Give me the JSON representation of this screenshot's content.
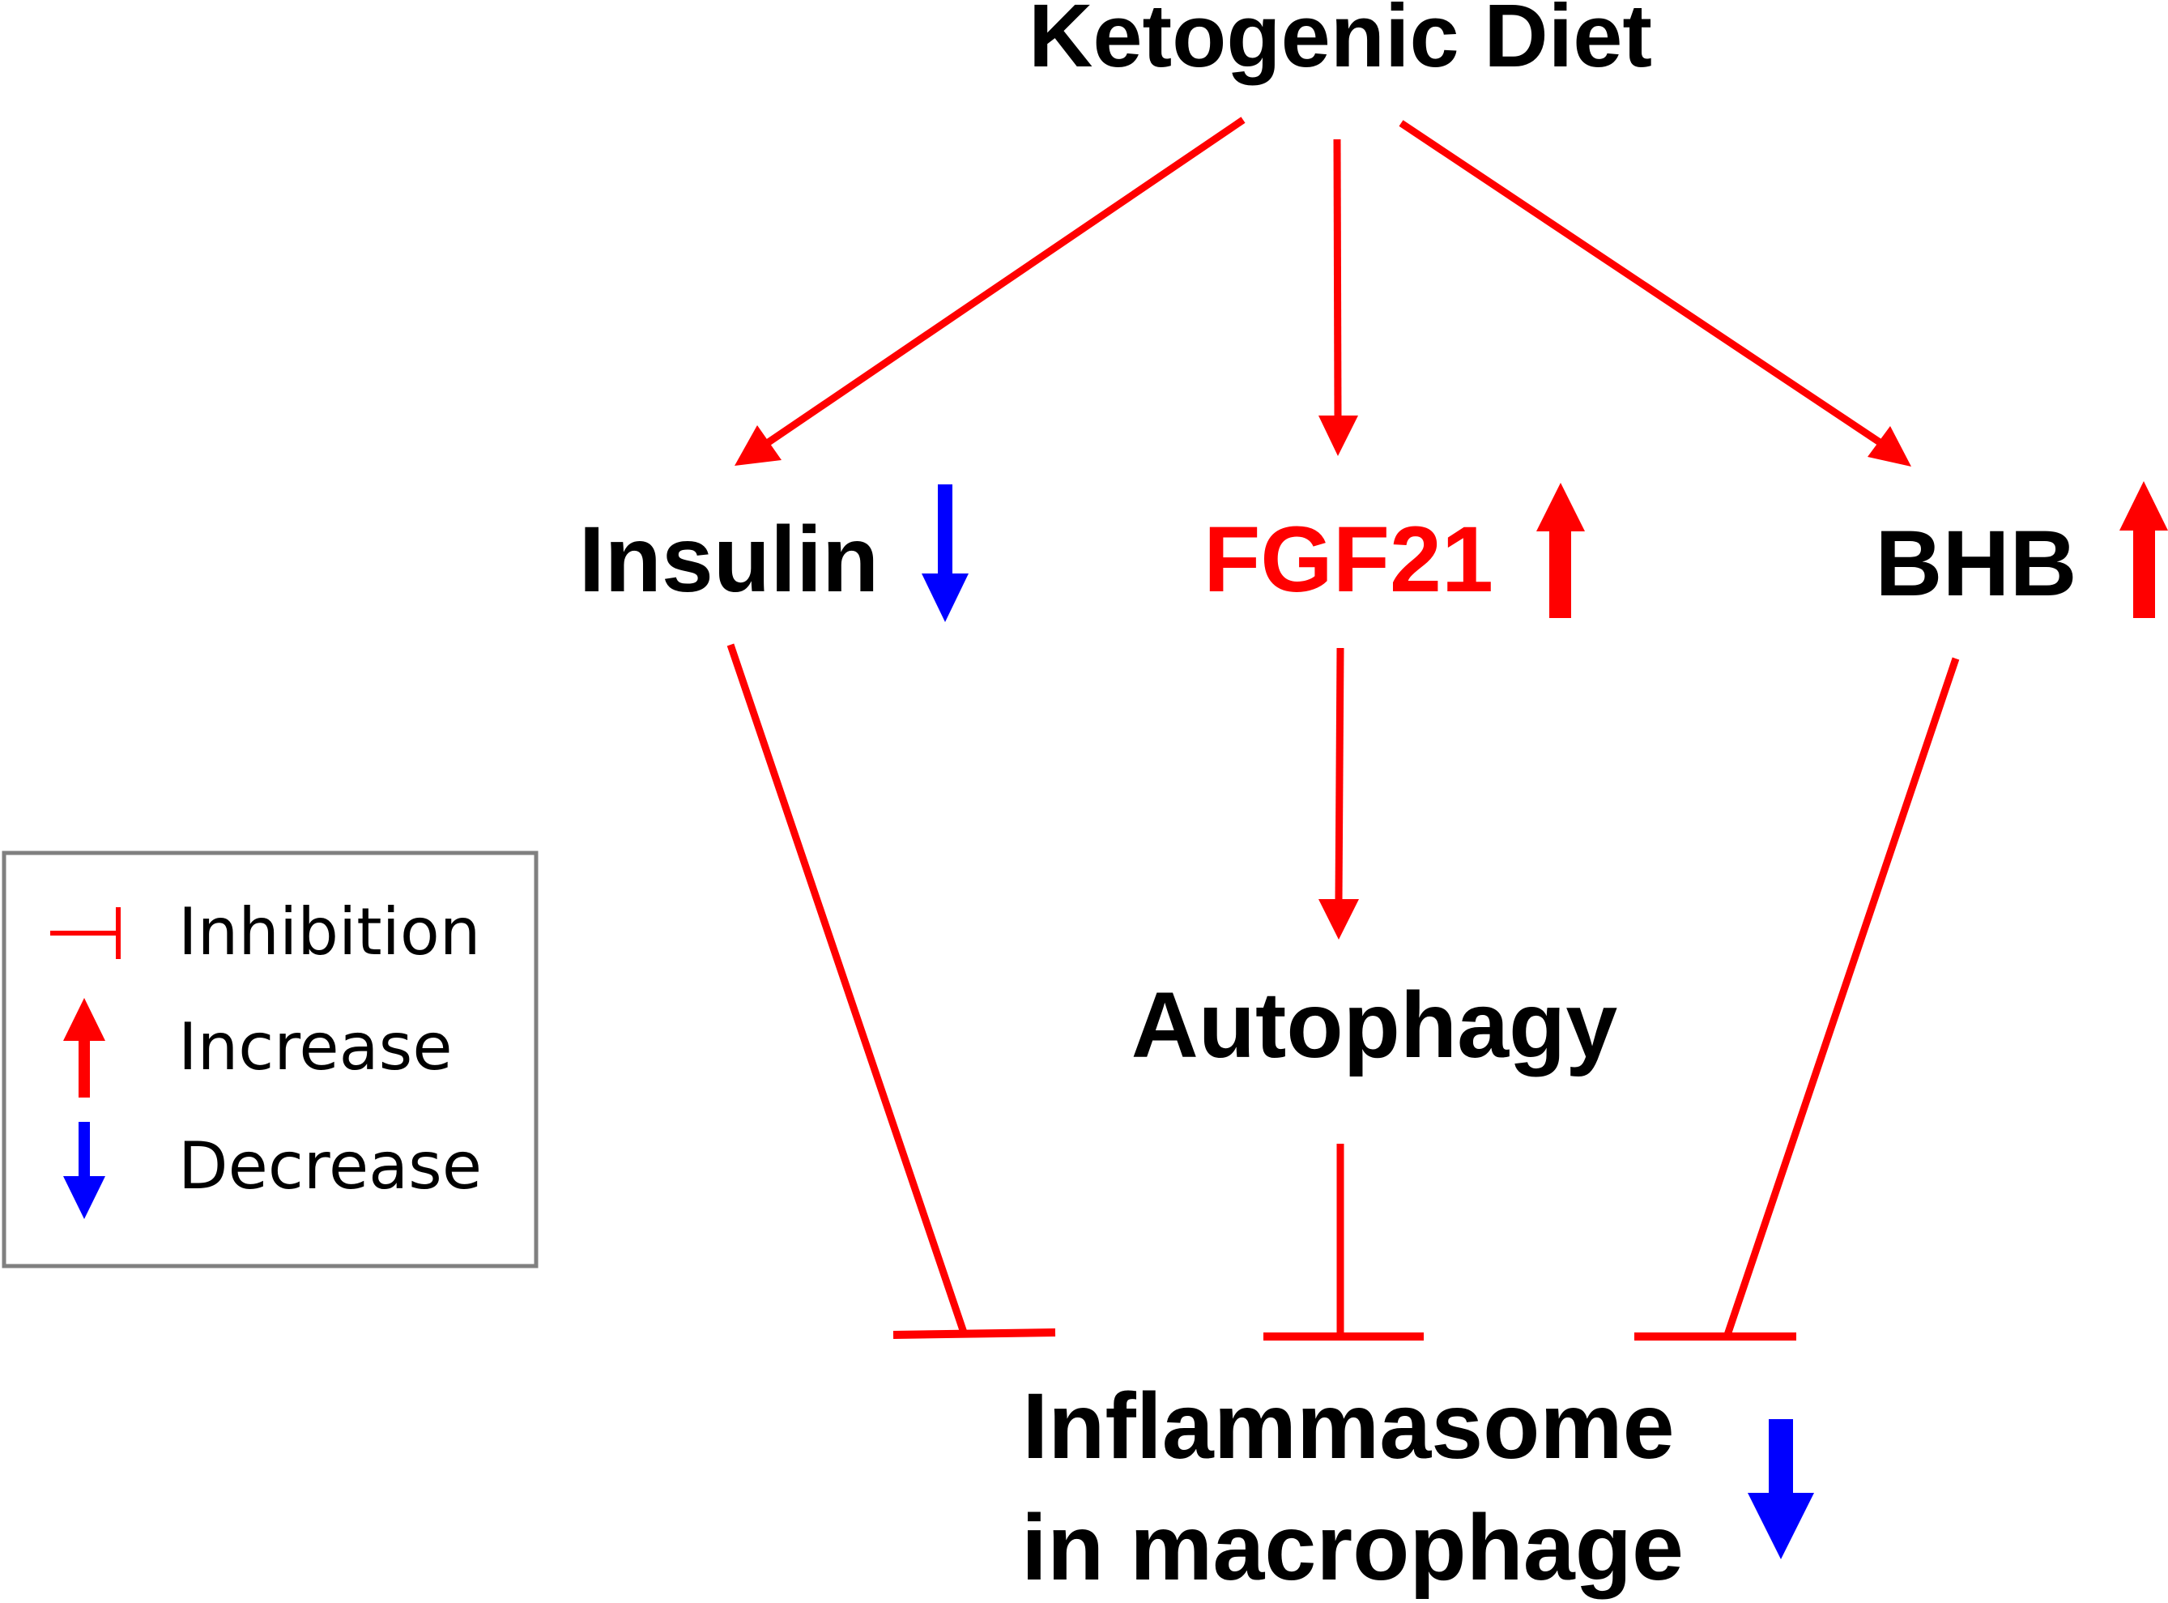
{
  "nodes": {
    "ketogenic_diet": "Ketogenic Diet",
    "insulin": "Insulin",
    "fgf21": "FGF21",
    "bhb": "BHB",
    "autophagy": "Autophagy",
    "inflammasome_line1": "Inflammasome",
    "inflammasome_line2": "in macrophage"
  },
  "legend": {
    "inhibition": "Inhibition",
    "increase": "Increase",
    "decrease": "Decrease"
  },
  "colors": {
    "edge": "#ff0000",
    "increase": "#ff0000",
    "decrease": "#0000ff",
    "text": "#000000",
    "fgf21_text": "#ff0000",
    "legend_border": "#808080"
  },
  "edges": [
    {
      "from": "Ketogenic Diet",
      "to": "Insulin",
      "type": "activation"
    },
    {
      "from": "Ketogenic Diet",
      "to": "FGF21",
      "type": "activation"
    },
    {
      "from": "Ketogenic Diet",
      "to": "BHB",
      "type": "activation"
    },
    {
      "from": "FGF21",
      "to": "Autophagy",
      "type": "activation"
    },
    {
      "from": "Insulin",
      "to": "Inflammasome in macrophage",
      "type": "inhibition"
    },
    {
      "from": "Autophagy",
      "to": "Inflammasome in macrophage",
      "type": "inhibition"
    },
    {
      "from": "BHB",
      "to": "Inflammasome in macrophage",
      "type": "inhibition"
    }
  ]
}
